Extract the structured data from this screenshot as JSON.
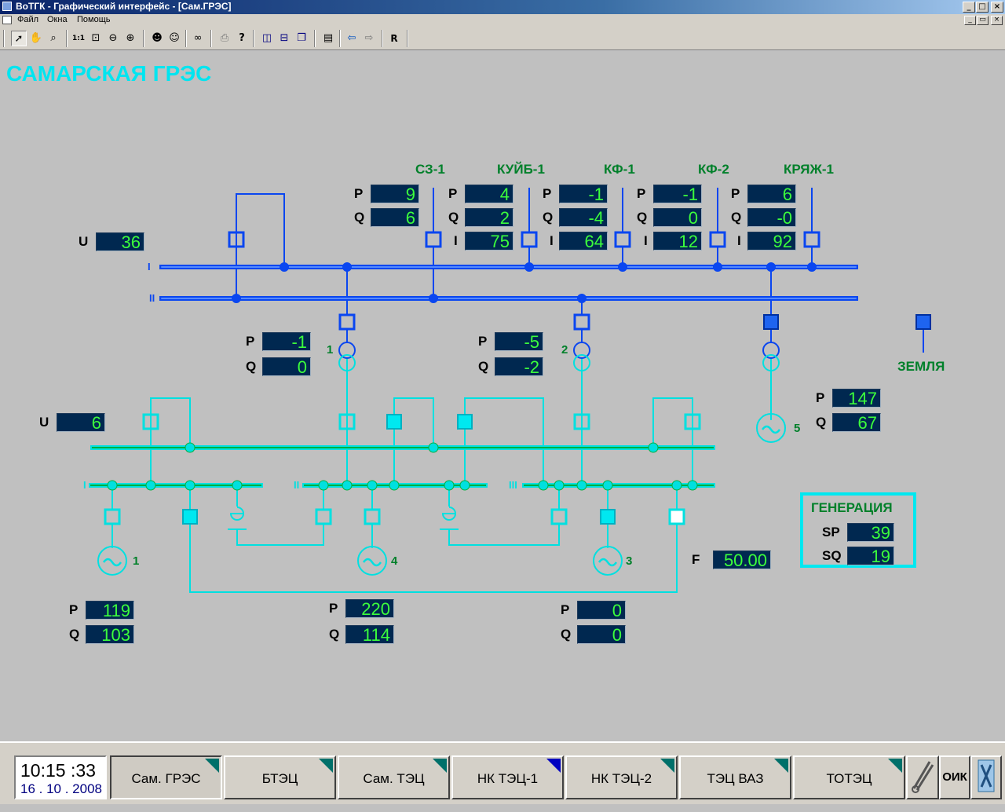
{
  "window": {
    "title": "ВоТГК - Графический интерфейс - [Сам.ГРЭС]"
  },
  "menu": {
    "items": [
      "Файл",
      "Окна",
      "Помощь"
    ]
  },
  "toolbar": {
    "zoom_1to1": "1:1",
    "reset": "R"
  },
  "page_title": "САМАРСКАЯ ГРЭС",
  "colors": {
    "hv_bus": "#0a46f0",
    "lv_bus": "#00e0e0",
    "value_bg": "#002850",
    "value_text": "#3cff3c",
    "label_green": "#00802a",
    "title_cyan": "#00e5f0"
  },
  "feeders": [
    {
      "name": "СЗ-1",
      "p": "9",
      "q": "6",
      "i": "75"
    },
    {
      "name": "КУЙБ-1",
      "p": "4",
      "q": "2",
      "i": "64"
    },
    {
      "name": "КФ-1",
      "p": "-1",
      "q": "-4",
      "i": "12"
    },
    {
      "name": "КФ-2",
      "p": "-1",
      "q": "0",
      "i": "92"
    },
    {
      "name": "КРЯЖ-1",
      "p": "6",
      "q": "-0",
      "i": ""
    }
  ],
  "labels": {
    "p": "P",
    "q": "Q",
    "i": "I",
    "u": "U",
    "f": "F",
    "sp": "SP",
    "sq": "SQ"
  },
  "hv": {
    "u": "36",
    "bus_1": "I",
    "bus_2": "II"
  },
  "lv": {
    "u": "6",
    "section_1": "I",
    "section_2": "II",
    "section_3": "III"
  },
  "transformers": [
    {
      "num": "1",
      "p": "-1",
      "q": "0"
    },
    {
      "num": "2",
      "p": "-5",
      "q": "-2"
    }
  ],
  "gen5": {
    "num": "5",
    "p": "147",
    "q": "67"
  },
  "ground": {
    "label": "ЗЕМЛЯ"
  },
  "generators": [
    {
      "num": "1",
      "p": "119",
      "q": "103"
    },
    {
      "num": "4",
      "p": "220",
      "q": "114"
    },
    {
      "num": "3",
      "p": "0",
      "q": "0"
    }
  ],
  "frequency": {
    "value": "50.00"
  },
  "generation": {
    "title": "ГЕНЕРАЦИЯ",
    "sp": "39",
    "sq": "19"
  },
  "clock": {
    "time": "10:15 :33",
    "date": "16 . 10 . 2008"
  },
  "nav": [
    {
      "label": "Сам. ГРЭС"
    },
    {
      "label": "БТЭЦ"
    },
    {
      "label": "Сам. ТЭЦ"
    },
    {
      "label": "НК ТЭЦ-1"
    },
    {
      "label": "НК ТЭЦ-2"
    },
    {
      "label": "ТЭЦ ВАЗ"
    },
    {
      "label": "ТОТЭЦ"
    }
  ],
  "oik_label": "ОИК"
}
